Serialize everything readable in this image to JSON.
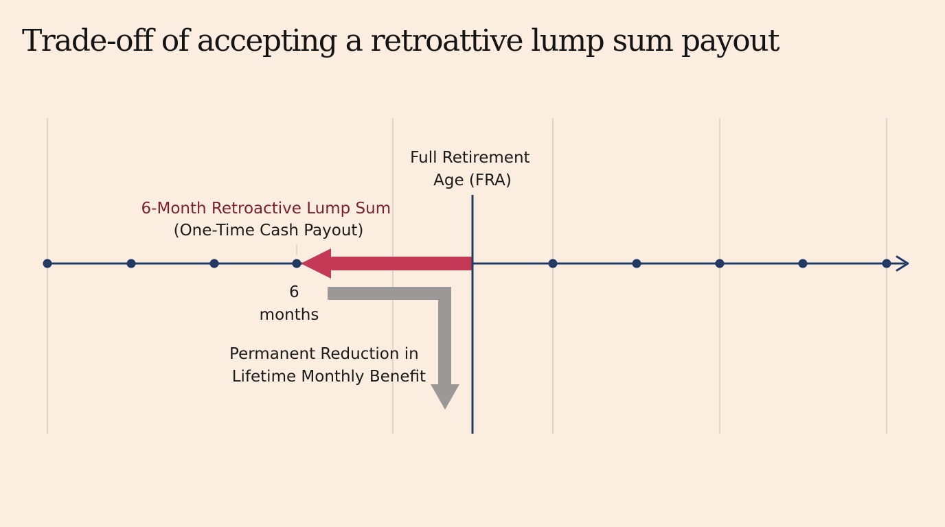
{
  "title": "Trade-off of accepting a retroattive lump sum payout",
  "colors": {
    "background": "#fcede1",
    "timeline": "#213963",
    "lump_sum_arrow": "#c43a56",
    "reduction_arrow": "#9b9898",
    "lump_sum_text": "#7b1f2b",
    "gridline": "#d8cdc2"
  },
  "labels": {
    "fra_line1": "Full Retirement",
    "fra_line2": "Age (FRA)",
    "lump_sum_line1": "6-Month Retroactive Lump Sum",
    "lump_sum_line2": "(One-Time Cash Payout)",
    "months_number": "6",
    "months_unit": "months",
    "reduction_line1": "Permanent Reduction in",
    "reduction_line2": "Lifetime Monthly Benefit"
  }
}
